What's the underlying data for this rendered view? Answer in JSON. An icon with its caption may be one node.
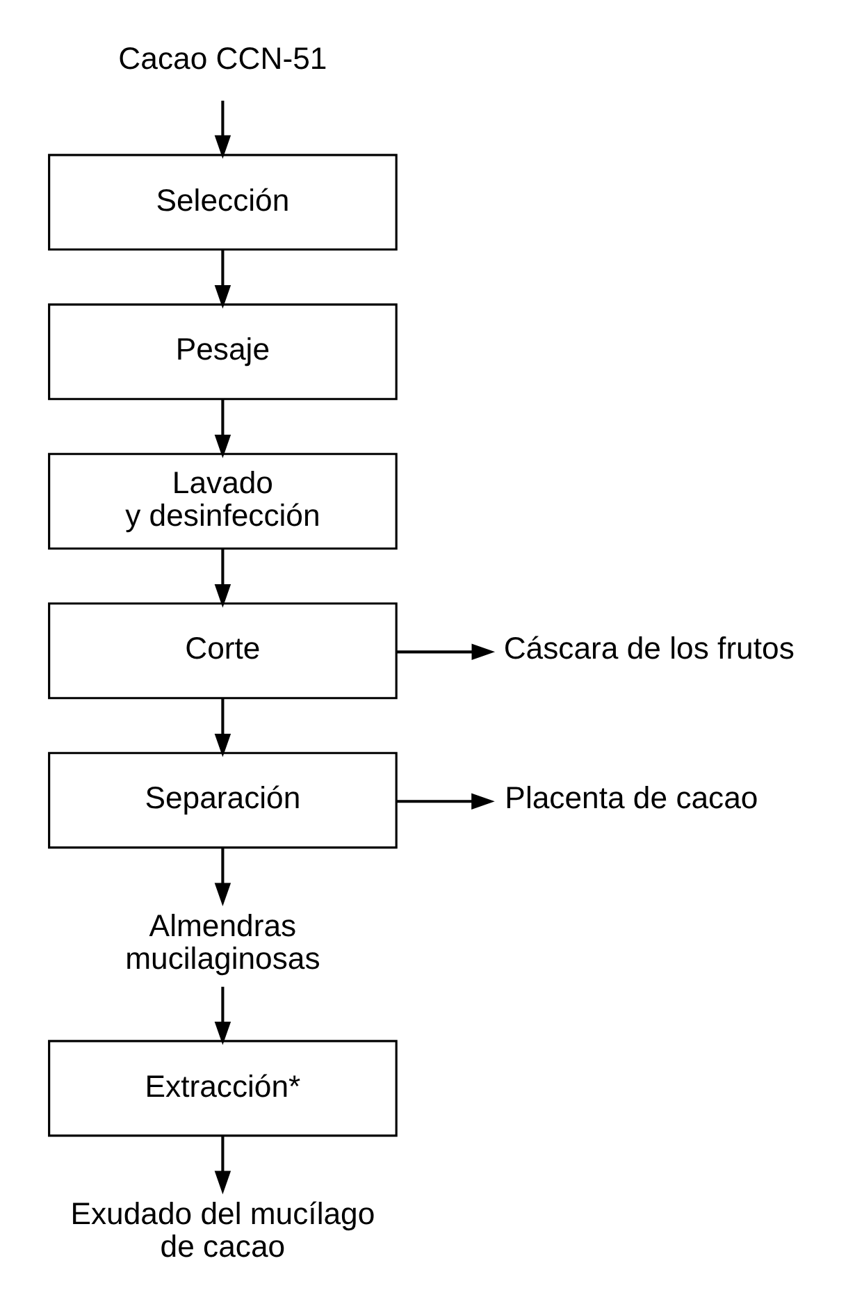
{
  "diagram": {
    "nodes": [
      {
        "text": [
          "Cacao CCN-51"
        ]
      },
      {
        "text": [
          "Selección"
        ]
      },
      {
        "text": [
          "Pesaje"
        ]
      },
      {
        "text": [
          "Lavado y desinfección"
        ]
      },
      {
        "text": [
          "Corte"
        ]
      },
      {
        "text": [
          "Cáscara de los frutos"
        ]
      },
      {
        "text": [
          "Separación"
        ]
      },
      {
        "text": [
          "Placenta de cacao"
        ]
      },
      {
        "text": [
          "Almendras mucilaginosas"
        ]
      },
      {
        "text": [
          "Extracción*"
        ]
      },
      {
        "text": [
          "Exudado del mucílago de cacao"
        ]
      }
    ],
    "edges": [
      {
        "from": 0,
        "to": 1,
        "arrow": "to"
      },
      {
        "from": 1,
        "to": 2,
        "arrow": "to"
      },
      {
        "from": 2,
        "to": 3,
        "arrow": "to"
      },
      {
        "from": 3,
        "to": 4,
        "arrow": "to"
      },
      {
        "from": 4,
        "to": 5,
        "arrow": "to"
      },
      {
        "from": 4,
        "to": 6,
        "arrow": "to"
      },
      {
        "from": 6,
        "to": 7,
        "arrow": "to"
      },
      {
        "from": 6,
        "to": 8,
        "arrow": "to"
      },
      {
        "from": 8,
        "to": 9,
        "arrow": "to"
      },
      {
        "from": 9,
        "to": 10,
        "arrow": "to"
      }
    ]
  }
}
